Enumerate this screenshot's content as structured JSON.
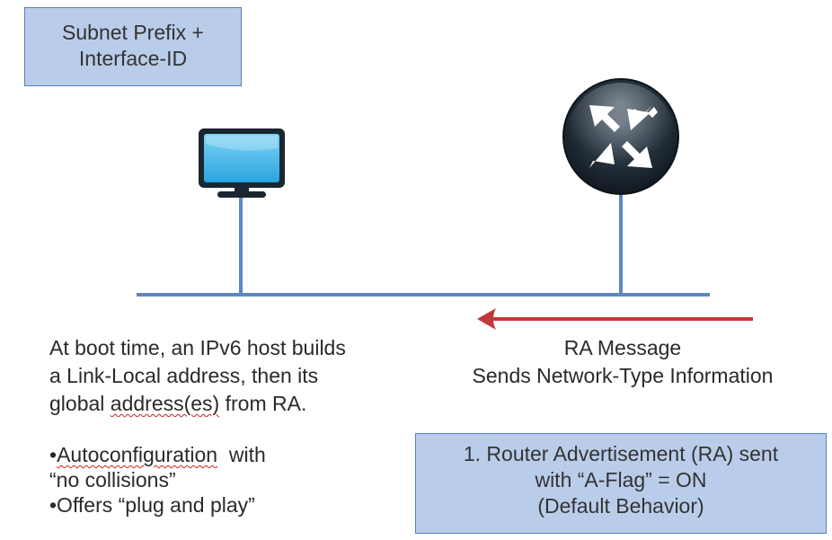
{
  "prefix_box": {
    "line1": "Subnet Prefix +",
    "line2": "Interface-ID"
  },
  "host_text": {
    "line1": "At boot time, an IPv6 host builds",
    "line2": "a Link-Local address, then its",
    "line3_pre": "global ",
    "line3_underlined": "address(es)",
    "line3_post": " from RA."
  },
  "ra_message": {
    "line1": "RA Message",
    "line2": "Sends Network-Type Information"
  },
  "bullets": {
    "b1_bullet": "•",
    "b1_underlined": "Autoconfiguration",
    "b1_post": "  with",
    "b1_line2": "“no collisions”",
    "b2": "•Offers “plug and play”"
  },
  "ra_box": {
    "line1": "1. Router Advertisement (RA) sent",
    "line2": "with “A-Flag” = ON",
    "line3": "(Default Behavior)"
  },
  "colors": {
    "box_fill": "#b9cdea",
    "box_border": "#5a7fb8",
    "link_line": "#5e86c4",
    "arrow": "#c0393b",
    "router_body": "#1c2a36",
    "monitor_screen": "#3fb6ea"
  },
  "icons": {
    "host": "monitor-icon",
    "router": "router-icon"
  }
}
